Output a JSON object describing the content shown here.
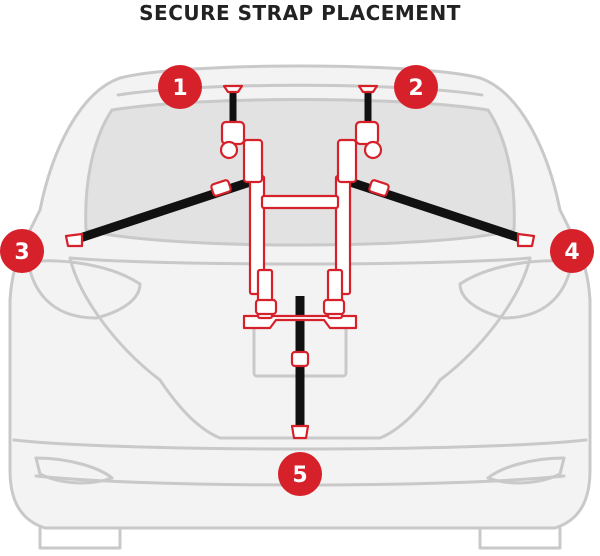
{
  "title": "SECURE STRAP PLACEMENT",
  "colors": {
    "badge": "#d6202a",
    "strap": "#111111",
    "rack_outline": "#d6202a",
    "car_outline": "#c9c9c9",
    "car_fill": "#f3f3f3",
    "glass": "#e2e2e2"
  },
  "badges": [
    {
      "number": "1"
    },
    {
      "number": "2"
    },
    {
      "number": "3"
    },
    {
      "number": "4"
    },
    {
      "number": "5"
    }
  ]
}
